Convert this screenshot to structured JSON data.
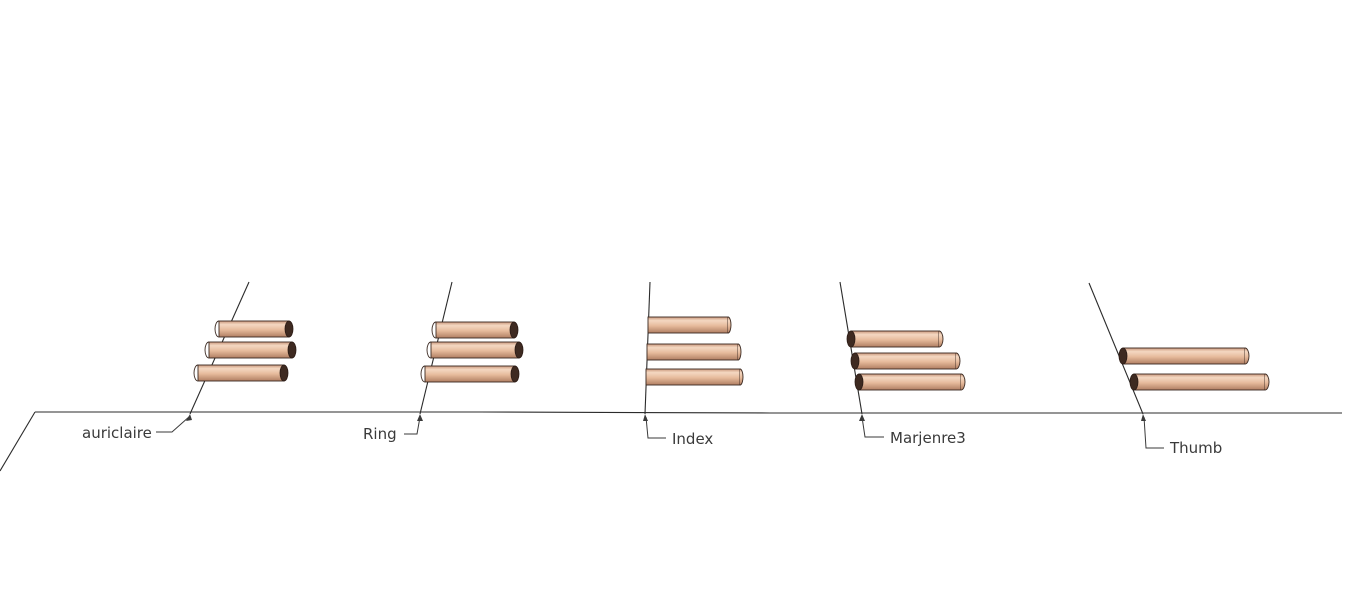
{
  "scene": {
    "title": "",
    "labels": {
      "auriclaire": "auriclaire",
      "ring": "Ring",
      "index": "Index",
      "marjenre3": "Marjenre3",
      "thumb": "Thumb"
    },
    "groups": [
      {
        "id": "auriclaire",
        "tube_count": 3,
        "cap_side": "right"
      },
      {
        "id": "ring",
        "tube_count": 3,
        "cap_side": "right"
      },
      {
        "id": "index",
        "tube_count": 3,
        "cap_side": "none"
      },
      {
        "id": "marjenre3",
        "tube_count": 3,
        "cap_side": "left"
      },
      {
        "id": "thumb",
        "tube_count": 2,
        "cap_side": "left"
      }
    ],
    "colors": {
      "tube_light": "#f2d2ba",
      "tube_mid": "#e0b392",
      "tube_dark": "#b8876a",
      "cap": "#3e2a21",
      "line": "#2b2b2b"
    }
  }
}
